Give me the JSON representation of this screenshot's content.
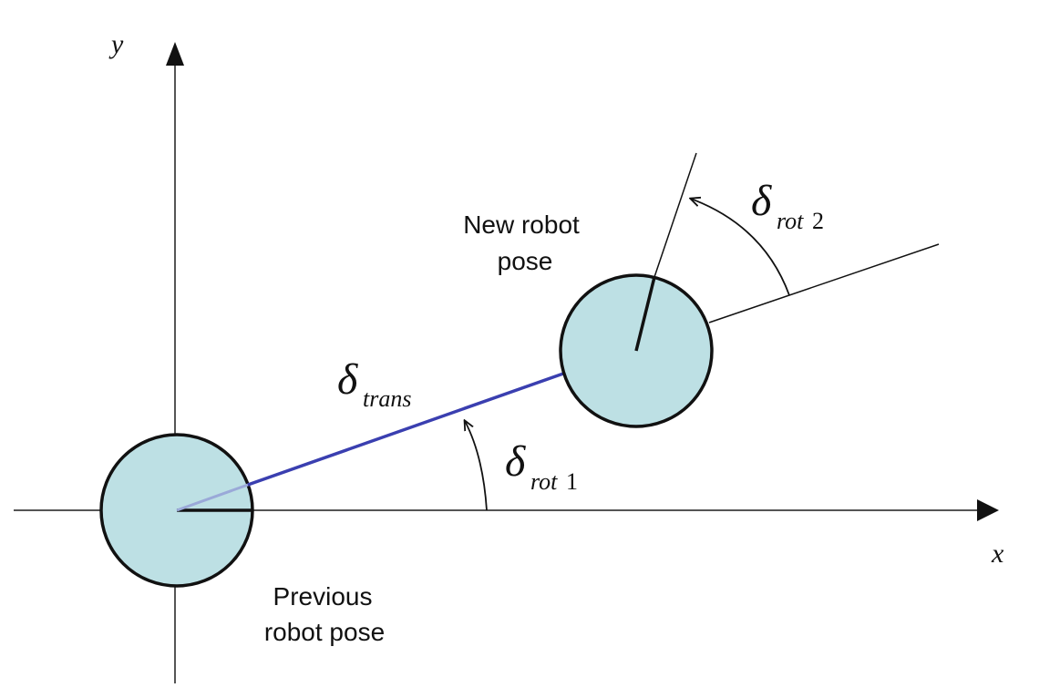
{
  "axes": {
    "x_label": "x",
    "y_label": "y"
  },
  "labels": {
    "previous_pose_line1": "Previous",
    "previous_pose_line2": "robot pose",
    "new_pose_line1": "New robot",
    "new_pose_line2": "pose"
  },
  "symbols": {
    "delta": "δ",
    "trans_subscript": "trans",
    "rot1_subscript_italic": "rot",
    "rot1_subscript_number": "1",
    "rot2_subscript_italic": "rot",
    "rot2_subscript_number": "2"
  },
  "colors": {
    "robot_fill": "#bde0e4",
    "translation_line": "#3a3fb0",
    "axis": "#555555",
    "outline": "#111111"
  }
}
